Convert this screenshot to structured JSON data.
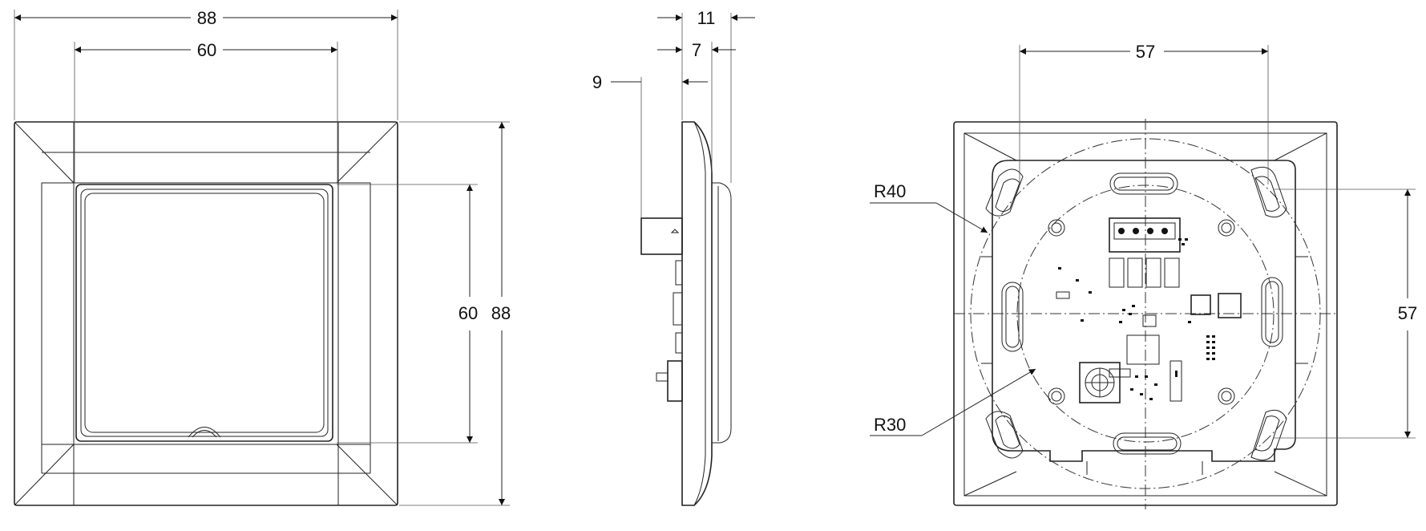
{
  "front_view": {
    "outer_width": "88",
    "inner_width": "60",
    "inner_height": "60",
    "outer_height": "88"
  },
  "side_view": {
    "total_depth": "11",
    "face_depth": "7",
    "plug_depth": "9"
  },
  "back_view": {
    "hole_spacing_h": "57",
    "hole_spacing_v": "57",
    "radius_outer": "R40",
    "radius_inner": "R30"
  }
}
